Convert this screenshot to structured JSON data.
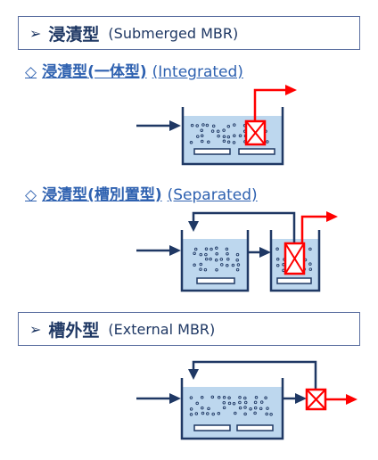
{
  "section1": {
    "marker": "➢",
    "title": "浸漬型",
    "subtitle": "(Submerged MBR)"
  },
  "subsection1": {
    "marker": "◇",
    "title": "浸漬型(一体型)",
    "subtitle": "(Integrated)"
  },
  "subsection2": {
    "marker": "◇",
    "title": "浸漬型(槽別置型)",
    "subtitle": "(Separated)"
  },
  "section2": {
    "marker": "➢",
    "title": "槽外型",
    "subtitle": "(External MBR)"
  },
  "colors": {
    "frame": "#1f3864",
    "water": "#bdd7ee",
    "arrow_blue": "#1f3864",
    "membrane_red": "#ff0000",
    "heading_link": "#2e61b0"
  }
}
